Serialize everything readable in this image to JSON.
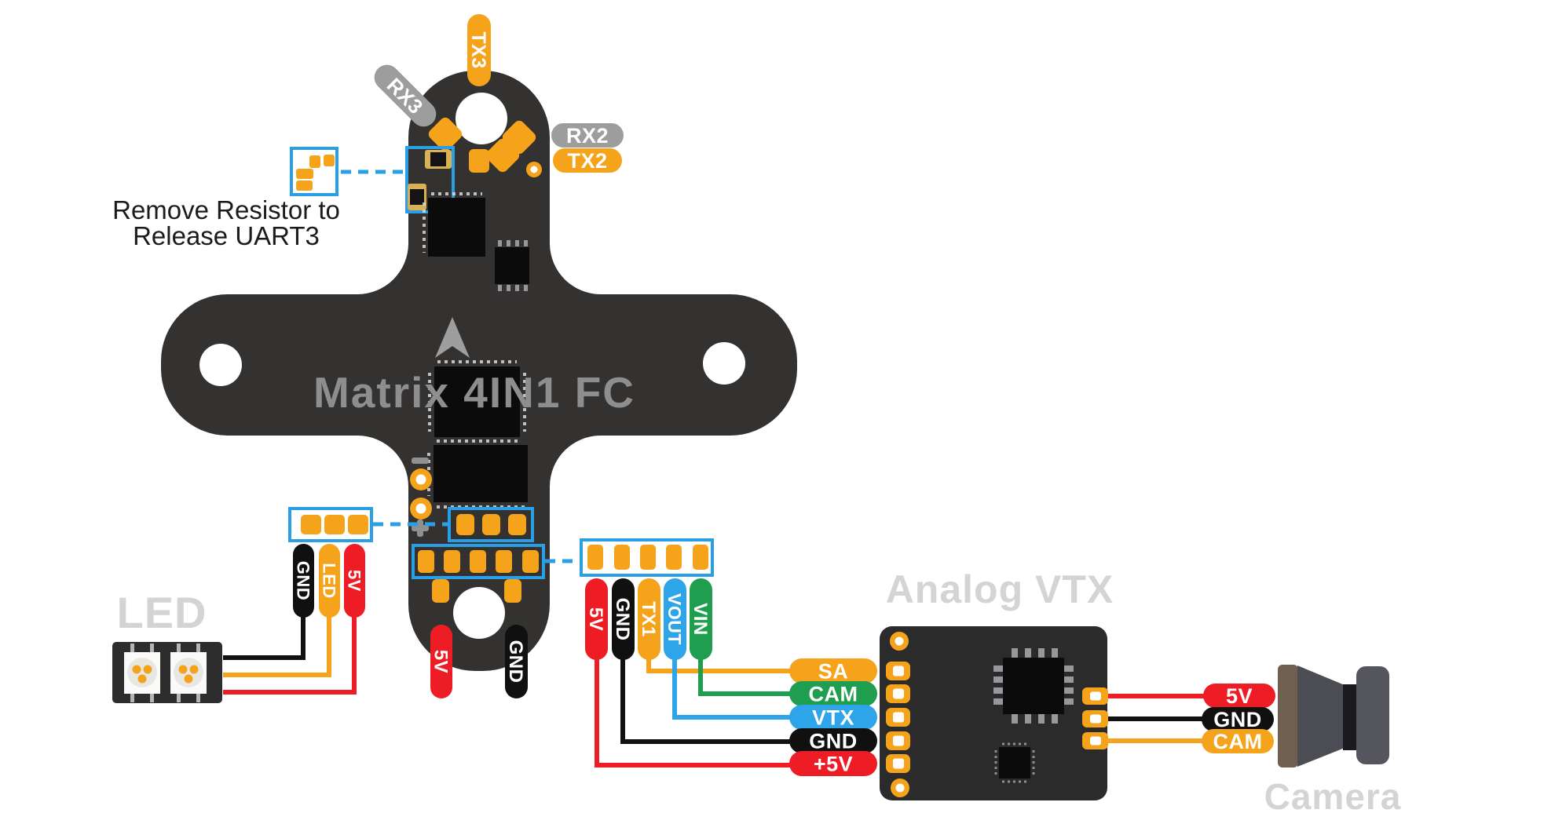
{
  "diagram": {
    "fc": {
      "title": "Matrix 4IN1 FC",
      "labels": {
        "tx3": "TX3",
        "rx3": "RX3",
        "rx2": "RX2",
        "tx2": "TX2"
      },
      "note_line1": "Remove Resistor to",
      "note_line2": "Release UART3",
      "bottom_pads": {
        "v5": "5V",
        "gnd": "GND"
      }
    },
    "led": {
      "title": "LED",
      "pins": [
        "GND",
        "LED",
        "5V"
      ]
    },
    "harness": {
      "pins": [
        "5V",
        "GND",
        "TX1",
        "VOUT",
        "VIN"
      ]
    },
    "vtx": {
      "title": "Analog VTX",
      "input_pins": [
        "SA",
        "CAM",
        "VTX",
        "GND",
        "+5V"
      ]
    },
    "camera": {
      "title": "Camera",
      "pins": [
        "5V",
        "GND",
        "CAM"
      ]
    },
    "colors": {
      "orange": "#F5A31B",
      "red": "#EE1C24",
      "green": "#1E9E4E",
      "blue": "#2FA5E9",
      "gray": "#9D9D9D",
      "black": "#101010",
      "callout_blue": "#2B9FE6",
      "board_dark": "#333230",
      "title_gray": "#D4D4D4"
    }
  }
}
